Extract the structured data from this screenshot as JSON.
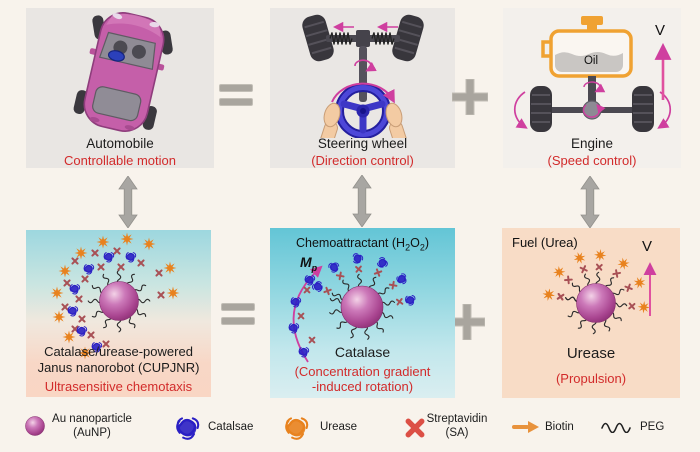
{
  "figure": {
    "top_row": {
      "automobile": {
        "title": "Automobile",
        "subtitle": "Controllable motion"
      },
      "steering_wheel": {
        "title": "Steering wheel",
        "subtitle": "(Direction control)"
      },
      "engine": {
        "title": "Engine",
        "subtitle": "(Speed control)",
        "oil_label": "Oil",
        "velocity_label": "V"
      }
    },
    "bottom_row": {
      "nanorobot": {
        "title_line1": "Catalase/urease-powered",
        "title_line2": "Janus nanorobot (CUPJNR)",
        "subtitle": "Ultrasensitive chemotaxis"
      },
      "catalase": {
        "header_pre": "Chemoattractant (H",
        "header_sub1": "2",
        "header_mid": "O",
        "header_sub2": "2",
        "header_post": ")",
        "momentum_main": "M",
        "momentum_sub": "p",
        "title": "Catalase",
        "subtitle_line1": "(Concentration gradient",
        "subtitle_line2": "-induced rotation)"
      },
      "urease": {
        "header": "Fuel (Urea)",
        "velocity_label": "V",
        "title": "Urease",
        "subtitle": "(Propulsion)"
      }
    },
    "legend": {
      "items": [
        {
          "icon": "aunp-sphere-icon",
          "line1": "Au nanoparticle",
          "line2": "(AuNP)"
        },
        {
          "icon": "catalase-cluster-icon",
          "line1": "Catalsae",
          "line2": ""
        },
        {
          "icon": "urease-cluster-icon",
          "line1": "Urease",
          "line2": ""
        },
        {
          "icon": "streptavidin-x-icon",
          "line1": "Streptavidin",
          "line2": "(SA)"
        },
        {
          "icon": "biotin-arrow-icon",
          "line1": "Biotin",
          "line2": ""
        },
        {
          "icon": "peg-wave-icon",
          "line1": "PEG",
          "line2": ""
        }
      ]
    },
    "colors": {
      "background": "#f8f3ec",
      "panel_gray": "#e9e6e3",
      "engine_panel": "#f3f0ec",
      "red_caption": "#d22b2b",
      "symbol_gray": "#a9a59e",
      "aunp_purple": "#aa4691",
      "catalase_blue": "#2a1fc4",
      "urease_orange": "#e8821e",
      "streptavidin_maroon": "#a85055",
      "legend_streptavidin_red": "#dc4f45",
      "biotin_orange": "#e8923c",
      "pink_arrow": "#cf3f9f",
      "cyan_panel_top": "#63c5d6",
      "peach_panel": "#f8dcc6"
    }
  }
}
